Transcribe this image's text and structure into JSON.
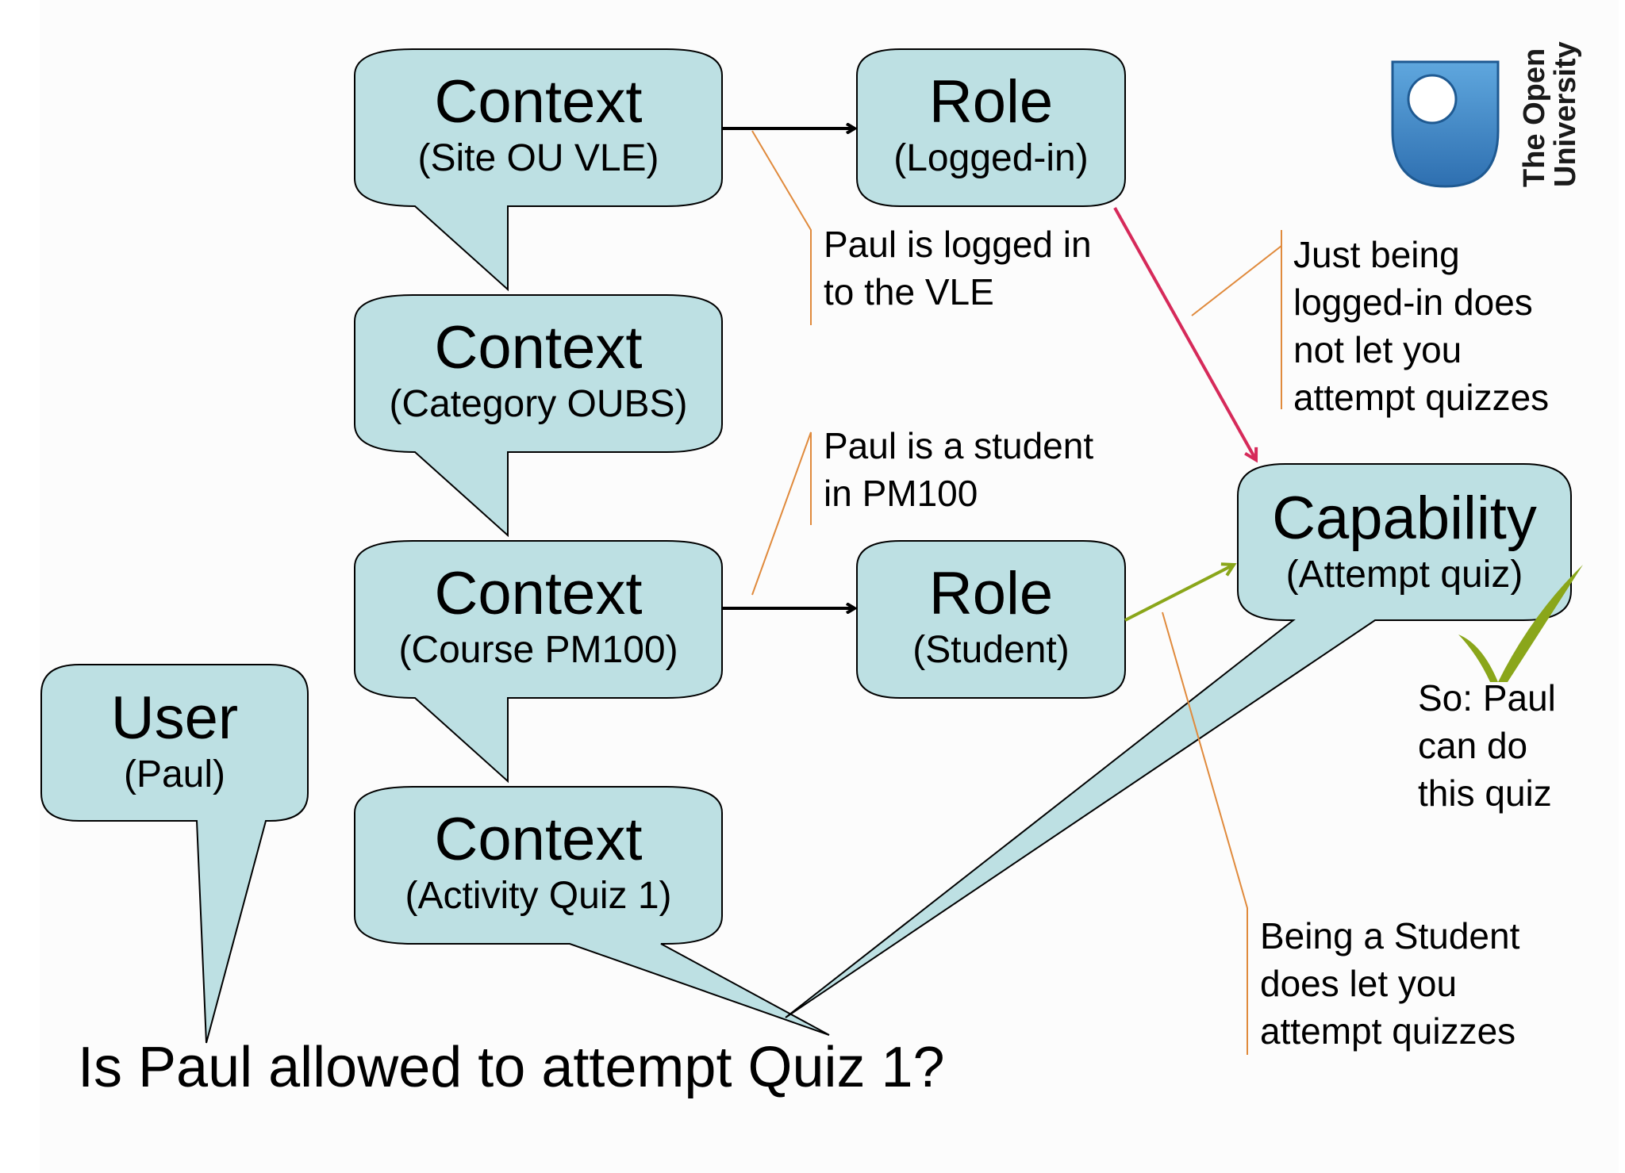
{
  "colors": {
    "bubble_fill": "#bde0e3",
    "bubble_stroke": "#000000",
    "note_line": "#e08a3c",
    "arrow_black": "#000000",
    "arrow_red": "#d62a5a",
    "arrow_green": "#8aa61a",
    "check": "#8aa61a",
    "logo_blue": "#2f7fc1"
  },
  "bubbles": {
    "context_site": {
      "title": "Context",
      "subtitle": "(Site OU VLE)"
    },
    "context_category": {
      "title": "Context",
      "subtitle": "(Category OUBS)"
    },
    "context_course": {
      "title": "Context",
      "subtitle": "(Course PM100)"
    },
    "context_activity": {
      "title": "Context",
      "subtitle": "(Activity Quiz 1)"
    },
    "role_loggedin": {
      "title": "Role",
      "subtitle": "(Logged-in)"
    },
    "role_student": {
      "title": "Role",
      "subtitle": "(Student)"
    },
    "user": {
      "title": "User",
      "subtitle": "(Paul)"
    },
    "capability": {
      "title": "Capability",
      "subtitle": "(Attempt quiz)"
    }
  },
  "notes": {
    "logged_in": [
      "Paul is logged in",
      "to the VLE"
    ],
    "student": [
      "Paul is a student",
      "in PM100"
    ],
    "just_logged_in": [
      "Just being",
      "logged-in does",
      "not let you",
      "attempt quizzes"
    ],
    "being_student": [
      "Being a Student",
      "does let you",
      "attempt quizzes"
    ],
    "conclusion": [
      "So: Paul",
      "can do",
      "this quiz"
    ]
  },
  "question": "Is Paul allowed to attempt Quiz 1?",
  "logo": {
    "line1": "The Open",
    "line2": "University"
  },
  "icons": {
    "logo": "open-university-shield-icon",
    "check": "check-mark-icon"
  }
}
